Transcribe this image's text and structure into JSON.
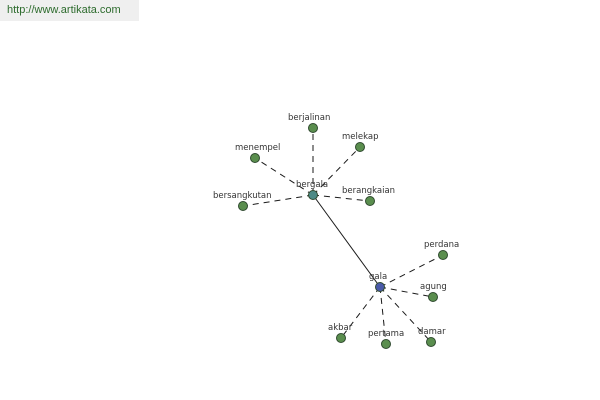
{
  "source_url": "http://www.artikata.com",
  "colors": {
    "leaf_node": "#5a8e4e",
    "hub_bergala": "#4d8a86",
    "hub_gala": "#4a5aa8",
    "edge": "#1a1a1a",
    "banner_text": "#2d6b2d"
  },
  "graph": {
    "nodes": [
      {
        "id": "bergala",
        "label": "bergala",
        "kind": "hub_bergala"
      },
      {
        "id": "gala",
        "label": "gala",
        "kind": "hub_gala"
      },
      {
        "id": "berjalinan",
        "label": "berjalinan",
        "kind": "leaf_node"
      },
      {
        "id": "melekap",
        "label": "melekap",
        "kind": "leaf_node"
      },
      {
        "id": "menempel",
        "label": "menempel",
        "kind": "leaf_node"
      },
      {
        "id": "bersangkutan",
        "label": "bersangkutan",
        "kind": "leaf_node"
      },
      {
        "id": "berangkaian",
        "label": "berangkaian",
        "kind": "leaf_node"
      },
      {
        "id": "perdana",
        "label": "perdana",
        "kind": "leaf_node"
      },
      {
        "id": "agung",
        "label": "agung",
        "kind": "leaf_node"
      },
      {
        "id": "akbar",
        "label": "akbar",
        "kind": "leaf_node"
      },
      {
        "id": "pertama",
        "label": "pertama",
        "kind": "leaf_node"
      },
      {
        "id": "damar",
        "label": "damar",
        "kind": "leaf_node"
      }
    ],
    "edges": [
      {
        "from": "bergala",
        "to": "gala",
        "style": "solid"
      },
      {
        "from": "bergala",
        "to": "berjalinan",
        "style": "dashed"
      },
      {
        "from": "bergala",
        "to": "melekap",
        "style": "dashed"
      },
      {
        "from": "bergala",
        "to": "menempel",
        "style": "dashed"
      },
      {
        "from": "bergala",
        "to": "bersangkutan",
        "style": "dashed"
      },
      {
        "from": "bergala",
        "to": "berangkaian",
        "style": "dashed"
      },
      {
        "from": "gala",
        "to": "perdana",
        "style": "dashed"
      },
      {
        "from": "gala",
        "to": "agung",
        "style": "dashed"
      },
      {
        "from": "gala",
        "to": "akbar",
        "style": "dashed"
      },
      {
        "from": "gala",
        "to": "pertama",
        "style": "dashed"
      },
      {
        "from": "gala",
        "to": "damar",
        "style": "dashed"
      }
    ]
  }
}
